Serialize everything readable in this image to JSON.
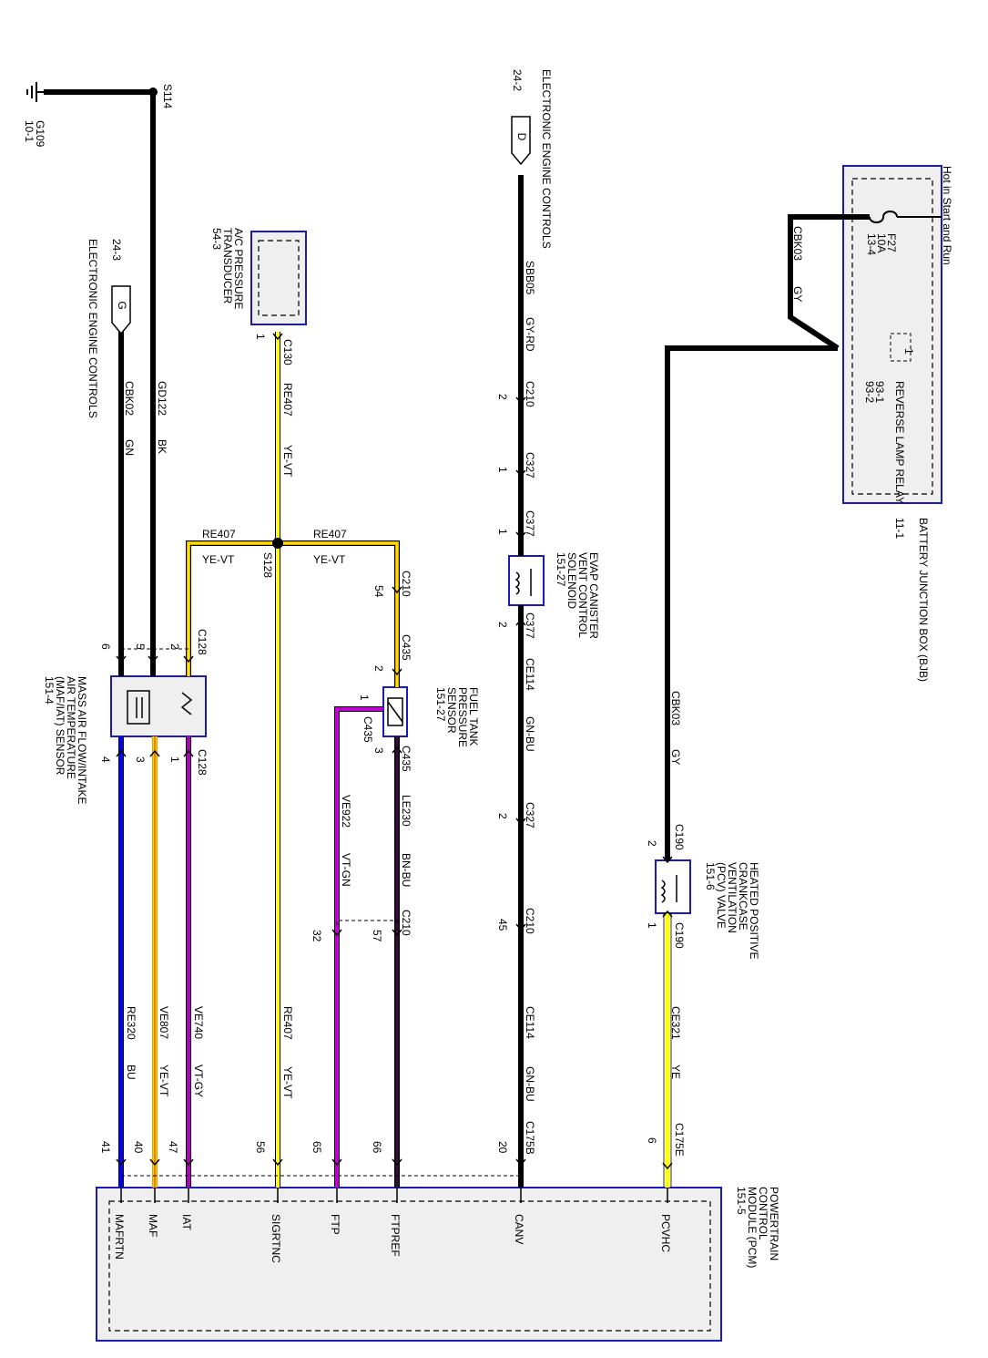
{
  "ground": {
    "id": "G109",
    "ref": "10-1",
    "splice": "S114"
  },
  "bjb": {
    "title": "BATTERY JUNCTION BOX (BJB)",
    "ref": "11-1",
    "hot": "Hot in Start and Run",
    "fuse": {
      "name": "F27",
      "amps": "10A",
      "ref": "13-4"
    },
    "relay": {
      "pin": "1",
      "name": "REVERSE LAMP RELAY",
      "ref1": "93-1",
      "ref2": "93-2"
    }
  },
  "wires": {
    "cbk03_top": {
      "circuit": "CBK03",
      "color": "GY"
    },
    "cbk03_mid": {
      "circuit": "CBK03",
      "color": "GY"
    },
    "ce321": {
      "circuit": "CE321",
      "color": "YE"
    },
    "sbb05": {
      "circuit": "SBB05",
      "color": "GY-RD"
    },
    "ce114_a": {
      "circuit": "CE114",
      "color": "GN-BU"
    },
    "ce114_b": {
      "circuit": "CE114",
      "color": "GN-BU"
    },
    "le230": {
      "circuit": "LE230",
      "color": "BN-BU"
    },
    "ve922": {
      "circuit": "VE922",
      "color": "VT-GN"
    },
    "re407_top": {
      "circuit": "RE407",
      "color": "YE-VT"
    },
    "re407_a": {
      "circuit": "RE407",
      "color": "YE-VT"
    },
    "re407_b": {
      "circuit": "RE407",
      "color": "YE-VT"
    },
    "re407_low": {
      "circuit": "RE407",
      "color": "YE-VT"
    },
    "gd122": {
      "circuit": "GD122",
      "color": "BK"
    },
    "cbk02": {
      "circuit": "CBK02",
      "color": "GN"
    },
    "ve740": {
      "circuit": "VE740",
      "color": "VT-GY"
    },
    "ve807": {
      "circuit": "VE807",
      "color": "YE-VT"
    },
    "re320": {
      "circuit": "RE320",
      "color": "BU"
    }
  },
  "components": {
    "pcv": {
      "l1": "HEATED POSITIVE",
      "l2": "CRANKCASE",
      "l3": "VENTILATION",
      "l4": "(PCV) VALVE",
      "ref": "151-6"
    },
    "evap": {
      "l1": "EVAP CANISTER",
      "l2": "VENT CONTROL",
      "l3": "SOLENOID",
      "ref": "151-27"
    },
    "ftp": {
      "l1": "FUEL TANK",
      "l2": "PRESSURE",
      "l3": "SENSOR",
      "ref": "151-27"
    },
    "ac": {
      "l1": "A/C PRESSURE",
      "l2": "TRANSDUCER",
      "ref": "54-3"
    },
    "maf": {
      "l1": "MASS AIR FLOW/INTAKE",
      "l2": "AIR TEMPERATURE",
      "l3": "(MAF/IAT) SENSOR",
      "ref": "151-4"
    },
    "pcm": {
      "l1": "POWERTRAIN",
      "l2": "CONTROL",
      "l3": "MODULE (PCM)",
      "ref": "151-5"
    }
  },
  "connectors": {
    "c190": "C190",
    "c175e": "C175E",
    "c377": "C377",
    "c327": "C327",
    "c210": "C210",
    "c175b": "C175B",
    "c435": "C435",
    "c130": "C130",
    "c128": "C128",
    "s128": "S128"
  },
  "offpage": {
    "d": {
      "letter": "D",
      "ref": "24-2",
      "label": "ELECTRONIC ENGINE CONTROLS"
    },
    "g": {
      "letter": "G",
      "ref": "24-3",
      "label": "ELECTRONIC ENGINE CONTROLS"
    }
  },
  "pins": {
    "c190_2": "2",
    "c190_1": "1",
    "pcm_6": "6",
    "c210_2": "2",
    "c327_1": "1",
    "c377_1": "1",
    "c377_2": "2",
    "c327_2": "2",
    "c210_45": "45",
    "pcm_20": "20",
    "c210_54": "54",
    "c435_2": "2",
    "ftp_1": "1",
    "c435_3": "3",
    "c210_57": "57",
    "c210_32": "32",
    "pcm_66": "66",
    "pcm_65": "65",
    "c130_1": "1",
    "pcm_56": "56",
    "maf_2": "2",
    "maf_5": "5",
    "maf_6": "6",
    "maf_1": "1",
    "maf_3": "3",
    "maf_4": "4",
    "pcm_47": "47",
    "pcm_40": "40",
    "pcm_41": "41"
  },
  "pcm_signals": {
    "pcvhc": "PCVHC",
    "canv": "CANV",
    "ftpref": "FTPREF",
    "ftp": "FTP",
    "sigrtnc": "SIGRTNC",
    "iat": "IAT",
    "maf": "MAF",
    "martn": "MAFRTN"
  },
  "wire_colors": {
    "black": "#000000",
    "yellow": "#ffff00",
    "violet": "#b000c0",
    "blue": "#0000ff",
    "brown": "#3a1040",
    "orange": "#e8a000",
    "red": "#e00000",
    "box_border": "#1a1ab8"
  }
}
